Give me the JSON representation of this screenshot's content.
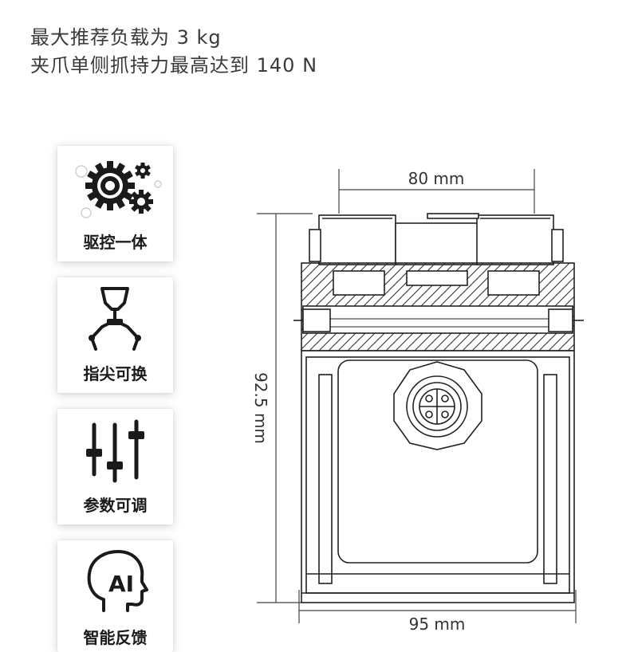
{
  "headline": {
    "line1": "最大推荐负载为 3 kg",
    "line2": "夹爪单侧抓持力最高达到 140 N"
  },
  "features": [
    {
      "label": "驱控一体",
      "icon": "gears-icon"
    },
    {
      "label": "指尖可换",
      "icon": "fingertip-icon"
    },
    {
      "label": "参数可调",
      "icon": "sliders-icon"
    },
    {
      "label": "智能反馈",
      "icon": "ai-head-icon"
    }
  ],
  "dimensions": {
    "width_top": "80 mm",
    "height": "92.5 mm",
    "width_bottom": "95 mm"
  }
}
